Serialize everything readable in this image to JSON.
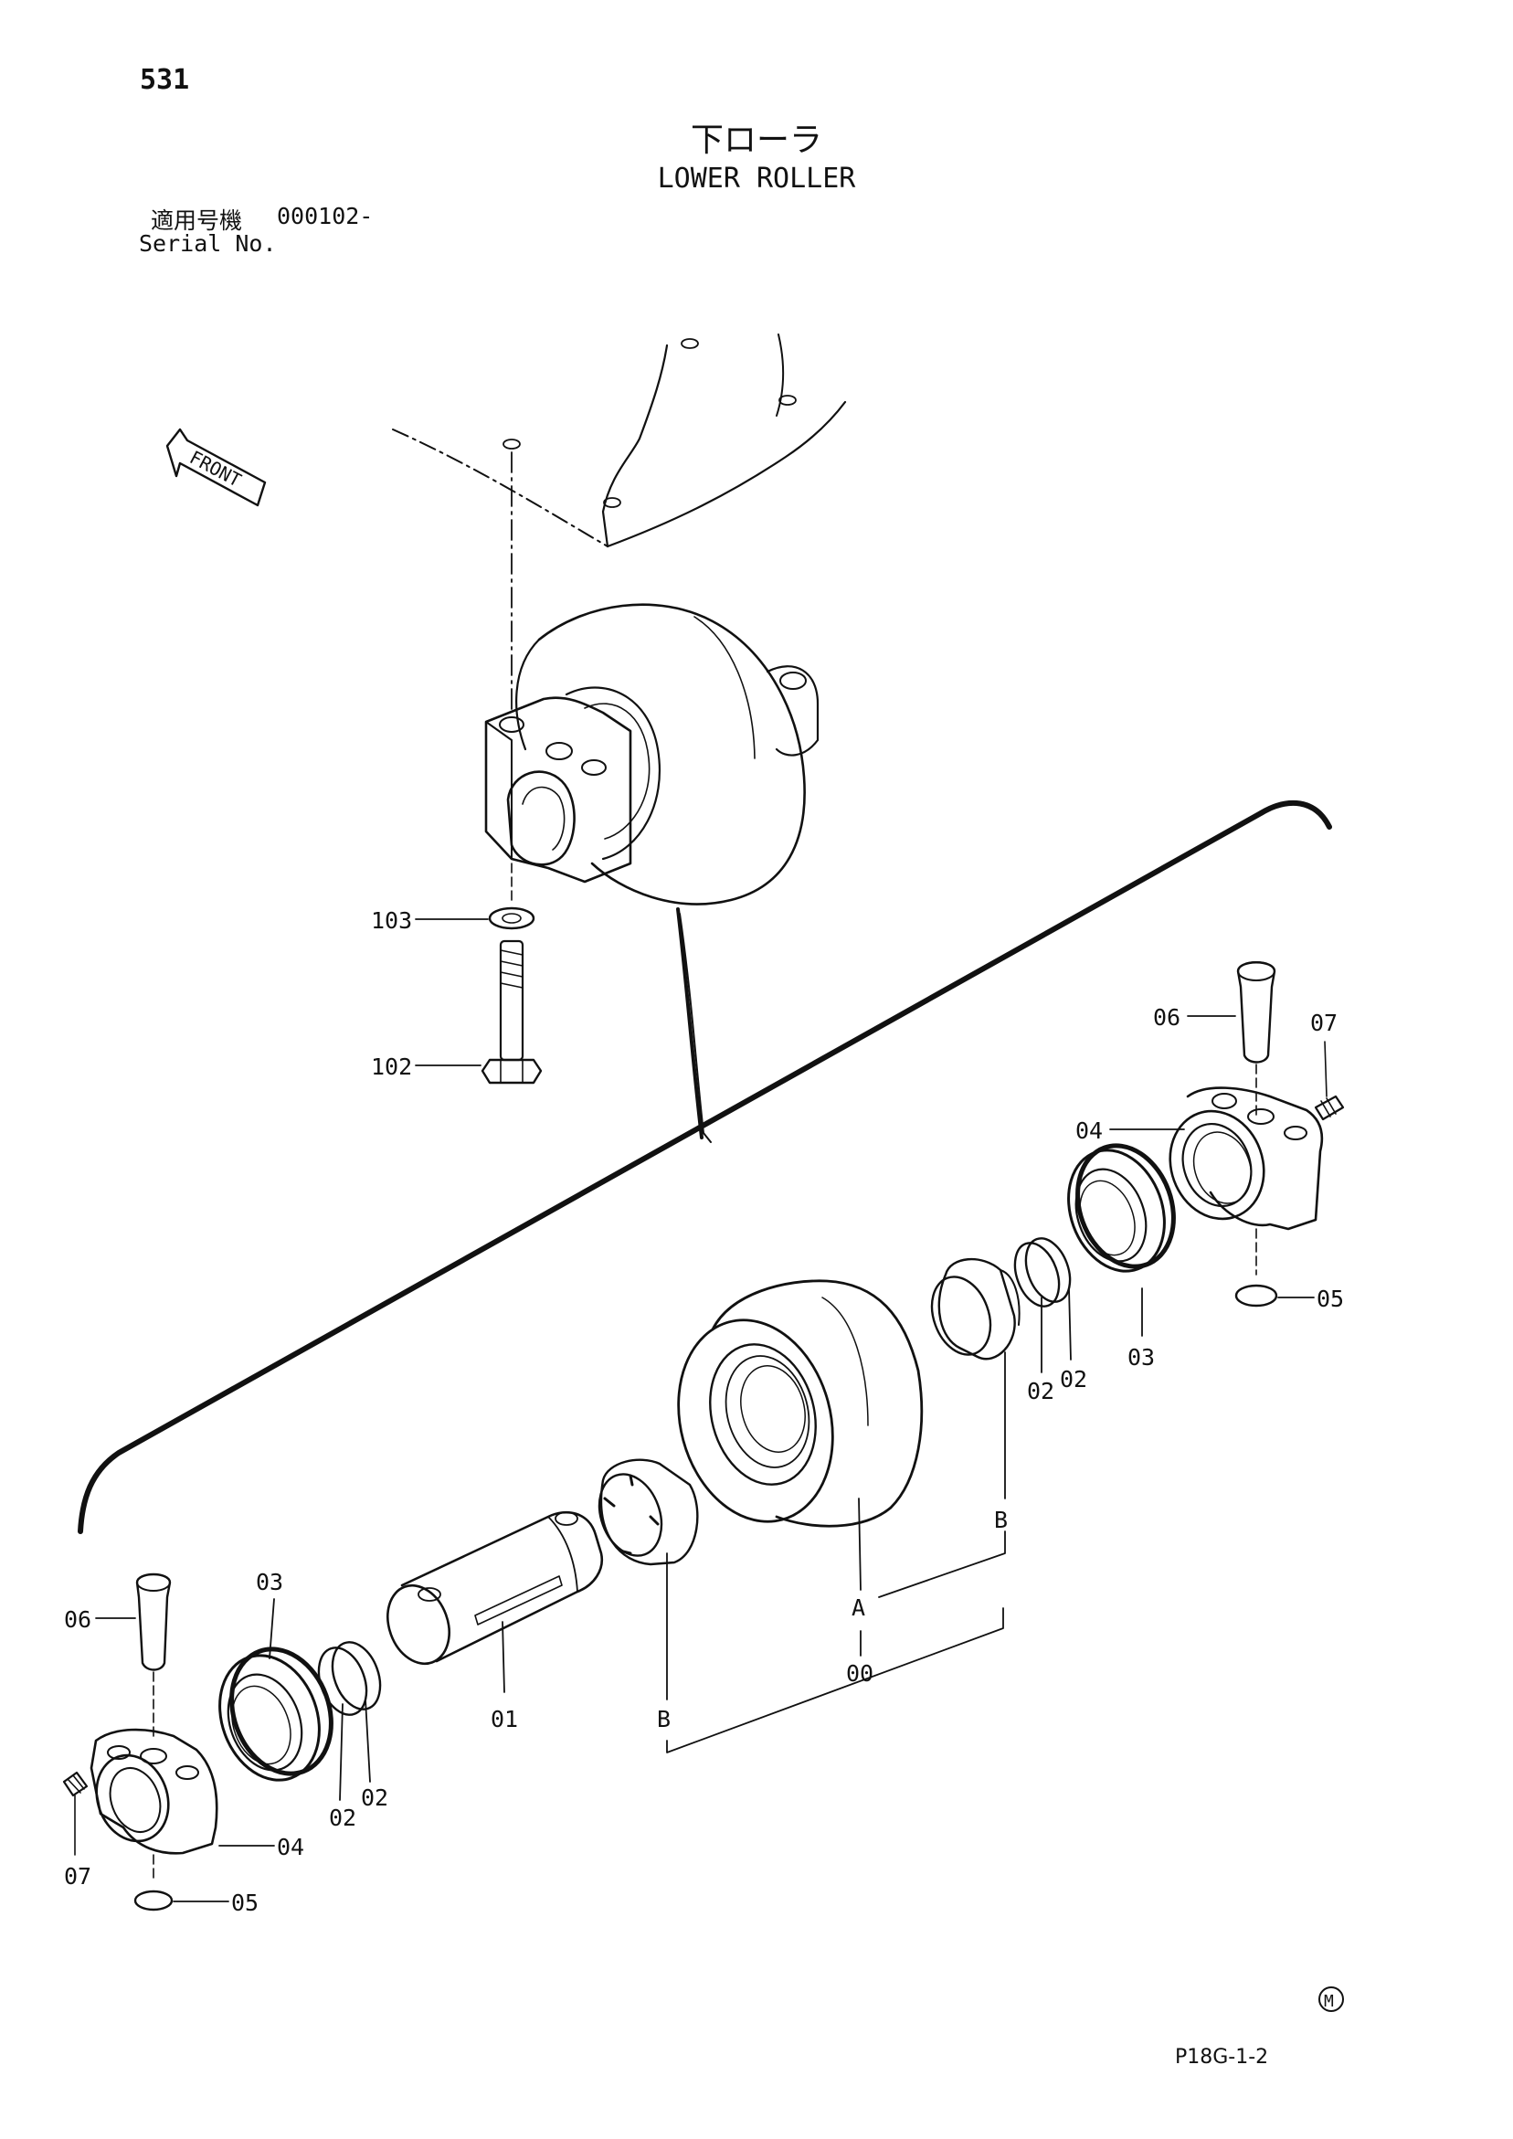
{
  "header": {
    "page_number": "531",
    "title_ja": "下ローラ",
    "title_en": "LOWER ROLLER",
    "serial_label_ja": "適用号機",
    "serial_value": "000102-",
    "serial_label_en": "Serial No."
  },
  "direction_marker": {
    "label": "FRONT",
    "icon": "arrow-front-icon"
  },
  "callouts": {
    "c103": "103",
    "c102": "102",
    "c06_right": "06",
    "c07_right": "07",
    "c04_right": "04",
    "c05_right": "05",
    "c03_right": "03",
    "c02_right_a": "02",
    "c02_right_b": "02",
    "c_b_upper": "B",
    "c_a": "A",
    "c00": "00",
    "c_b_lower": "B",
    "c01": "01",
    "c03_left": "03",
    "c06_left": "06",
    "c02_left_a": "02",
    "c02_left_b": "02",
    "c04_left": "04",
    "c07_left": "07",
    "c05_left": "05"
  },
  "footer": {
    "maker_mark": "M",
    "diagram_code": "P18G-1-2"
  }
}
